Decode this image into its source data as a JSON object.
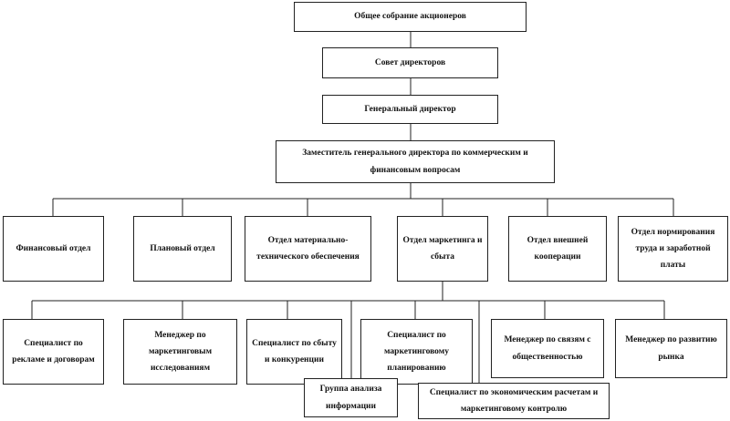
{
  "chart": {
    "shareholders": "Общее собрание акционеров",
    "board": "Совет директоров",
    "ceo": "Генеральный директор",
    "deputy": "Заместитель генерального директора по коммерческим и финансовым вопросам",
    "departments": {
      "finance": "Финансовый отдел",
      "planning": "Плановый отдел",
      "supply": "Отдел материально-технического обеспечения",
      "marketing": "Отдел маркетинга и сбыта",
      "cooperation": "Отдел внешней кооперации",
      "labor": "Отдел нормирования труда и заработной платы"
    },
    "specialists": {
      "advertising": "Специалист по рекламе и договорам",
      "research": "Менеджер по маркетинговым исследованиям",
      "sales": "Специалист по сбыту и конкуренции",
      "planning": "Специалист по маркетинговому планированию",
      "pr": "Менеджер по связям с общественностью",
      "market_dev": "Менеджер по развитию рынка",
      "analysis_group": "Группа анализа информации",
      "economic": "Специалист по экономическим расчетам и маркетинговому контролю"
    }
  }
}
